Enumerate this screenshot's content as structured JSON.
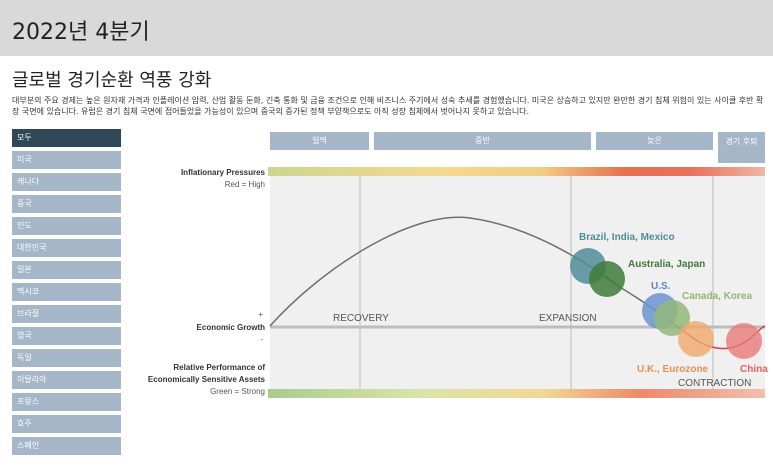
{
  "header": {
    "title": "2022년 4분기"
  },
  "section": {
    "title": "글로벌 경기순환 역풍 강화",
    "description": "대부분의 주요 경제는 높은 원자재 가격과 인플레이션 압력, 산업 활동 둔화, 긴축 통화 및 금융 조건으로 인해 비즈니스 주기에서 성숙 추세를 경험했습니다. 미국은 상승하고 있지만 완만한 경기 침체 위험이 있는 사이클 후반 확장 국면에 있습니다. 유럽은 경기 침체 국면에 접어들었을 가능성이 있으며 중국의 증가된 정책 부양책으로도 아직 성장 침체에서 벗어나지 못하고 있습니다."
  },
  "sidebar": {
    "items": [
      "모두",
      "미국",
      "캐나다",
      "중국",
      "인도",
      "대한민국",
      "일본",
      "멕시코",
      "브라질",
      "영국",
      "독일",
      "이탈리아",
      "프랑스",
      "호주",
      "스페인"
    ],
    "active_index": 0,
    "active_color": "#2f4756",
    "item_color": "#a4b6c8"
  },
  "phases": [
    "일찍",
    "중반",
    "늦은",
    "경기 후퇴"
  ],
  "chart_data": {
    "type": "scatter",
    "left_labels": {
      "inflation_title": "Inflationary Pressures",
      "inflation_sub": "Red = High",
      "growth_plus": "+",
      "growth_title": "Economic Growth",
      "growth_minus": "-",
      "relperf_title1": "Relative Performance of",
      "relperf_title2": "Economically Sensitive Assets",
      "relperf_sub": "Green = Strong"
    },
    "phase_labels": [
      "RECOVERY",
      "EXPANSION",
      "CONTRACTION"
    ],
    "groups": [
      {
        "label": "Brazil, India, Mexico",
        "color": "#4f8c99",
        "label_color": "#4f8c99"
      },
      {
        "label": "Australia, Japan",
        "color": "#3f7a3a",
        "label_color": "#3f7a3a"
      },
      {
        "label": "U.S.",
        "color": "#6b93cf",
        "label_color": "#5b86c9"
      },
      {
        "label": "Canada, Korea",
        "color": "#93b87a",
        "label_color": "#8cb870"
      },
      {
        "label": "U.K., Eurozone",
        "color": "#f0a86c",
        "label_color": "#e9904f"
      },
      {
        "label": "China",
        "color": "#e87b7b",
        "label_color": "#e06060"
      }
    ],
    "colors": {
      "curve": "#707070",
      "contraction_curve": "#d04040",
      "inflation_high": "#e0533d",
      "growth_strong": "#9cc48c"
    }
  }
}
